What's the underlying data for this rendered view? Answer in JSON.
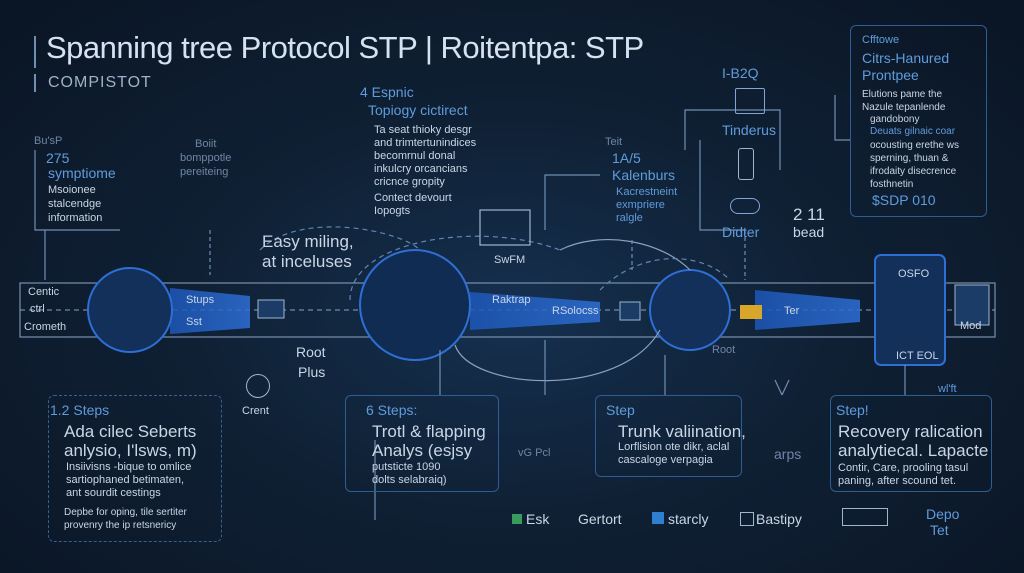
{
  "header": {
    "title": "Spanning tree Protocol STP | Roitentpa: STP",
    "subtitle": "COMPISTOT"
  },
  "left_panel": {
    "label1": "Bu'sP",
    "label2": "275",
    "heading": "symptiome",
    "lines": [
      "Msoionee",
      "stalcendge",
      "information"
    ],
    "mid_label1": "Boiit",
    "mid_label2": "bomppotle",
    "mid_label3": "pereiteing"
  },
  "topology": {
    "label1": "4 Espnic",
    "label2": "Topiogy cictirect",
    "lines": [
      "Ta seat thioky desgr",
      "and trimtertunindices",
      "becomrnul donal",
      "inkulcry orcancians",
      "cricnce gropity"
    ],
    "contact": "Contect devourt",
    "contact2": "Iopogts"
  },
  "kalenburs": {
    "label0": "Teit",
    "label1": "1A/5",
    "label2": "Kalenburs",
    "lines": [
      "Kacrestneint",
      "exmpriere",
      "ralgle"
    ]
  },
  "top_right": {
    "label": "I-B2Q",
    "tinderus": "Tinderus",
    "didter": "Didter",
    "num": "2 11",
    "bead": "bead"
  },
  "right_panel": {
    "l1": "Cfftowe",
    "l2": "Citrs-Hanured",
    "l3": "Prontpee",
    "items": [
      "Elutions pame the",
      "Nazule tepanlende",
      "gandobony",
      "Deuats gilnaic coar",
      "ocousting erethe ws",
      "sperning, thuan &",
      "ifrodaity disecrence",
      "fosthnetin"
    ],
    "code": "$SDP 010"
  },
  "flow": {
    "centic": "Centic",
    "ctrl": "ctrl",
    "cromerh": "Crometh",
    "stups": "Stups",
    "sst": "Sst",
    "easy": "Easy miling,",
    "at_inc": "at inceluses",
    "swfm": "SwFM",
    "raktrap": "Raktrap",
    "rsoless": "RSolocss",
    "ter": "Ter",
    "root1": "Root",
    "plus": "Plus",
    "crent": "Crent",
    "root2": "Root",
    "osfo": "OSFO",
    "ict_eol": "ICT EOL",
    "mod": "Mod",
    "w_t": "wl'ft"
  },
  "steps": [
    {
      "label": "1.2 Steps",
      "title1": "Ada cilec Seberts",
      "title2": "anlysio, I'lsws, m)",
      "lines": [
        "Insiivisns -bique to omlice",
        "sartiophaned betimaten,",
        "ant sourdit cestings"
      ],
      "foot": [
        "Depbe for oping, tile sertiter",
        "provenry the ip retsnericy"
      ]
    },
    {
      "label": "6 Steps:",
      "title1": "Trotl & flapping",
      "title2": "Analys (esjsy",
      "lines": [
        "putsticte 1090",
        "dolts selabraiq)"
      ]
    },
    {
      "label": "Step",
      "title1": "Trunk valiination,",
      "title2": "",
      "lines": [
        "Lorflision ote dikr, aclal",
        "cascaloge verpagia"
      ]
    },
    {
      "label": "Step!",
      "title1": "Recovery ralication",
      "title2": "analytiecal. Lapacte",
      "lines": [
        "Contir, Care, prooling tasul",
        "paning, after scound tet."
      ]
    }
  ],
  "bottom": {
    "vg_pct": "vG Pcl",
    "arps": "arps",
    "esk": "Esk",
    "gertort": "Gertort",
    "starcly": "starcly",
    "bastipy": "Bastipy",
    "depo": "Depo",
    "tet": "Tet"
  }
}
